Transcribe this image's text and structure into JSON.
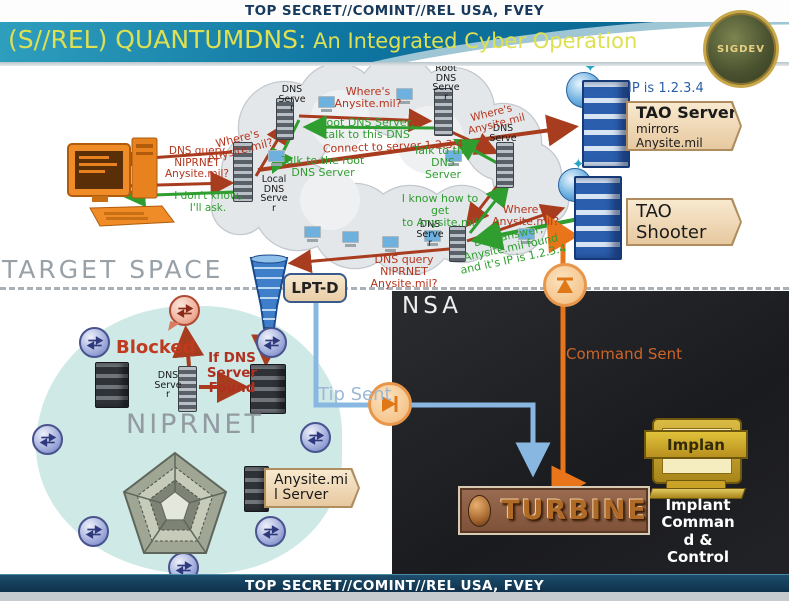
{
  "header": {
    "classification": "TOP SECRET//COMINT//REL USA, FVEY",
    "title_main": "(S//REL) QUANTUMDNS:",
    "title_sub": " An Integrated Cyber Operation",
    "seal": "SIGDEV"
  },
  "footer": {
    "classification": "TOP SECRET//COMINT//REL USA, FVEY"
  },
  "zones": {
    "target_space": "TARGET SPACE",
    "nsa": "NSA",
    "niprnet": "NIPRNET"
  },
  "cloud_labels": {
    "dns_top": "DNS\nServe\nr",
    "root_dns": "Root\nDNS\nServe\nr",
    "dns_right": "DNS\nServe",
    "local_dns": "Local\nDNS\nServe\nr",
    "dns_bottom": "DNS\nServe\nr",
    "dns_niprnet": "DNS\nServe\nr"
  },
  "messages": {
    "q_top": "Where's\nAnysite.mil?",
    "root_reply": "Root DNS Server,\ntalk to this DNS",
    "connect": "Connect to server 1.2.3.4",
    "talk_root": "Talk to the root\nDNS Server",
    "talk_this": "Talk to this DNS\nServer",
    "q_left": "Where's\nAnysite.mil?",
    "dns_query_left": "DNS query\nNIPRNET\nAnysite.mil?",
    "dont_know": "I don't know,\nI'll ask.",
    "know_how": "I know how to get\nto Anysite.mil",
    "q_right": "Where's\nAnysite.mil?",
    "q_tao": "Where's\nAnysite.mil",
    "dns_answer": "DNS answer, Anysite.mil found\nand it's IP is 1.2.3.4",
    "dns_query_bottom": "DNS query\nNIPRNET\nAnysite.mil?",
    "ip": "IP is 1.2.3.4",
    "blocked": "Blocked",
    "if_dns_found": "If DNS\nServer\nFound",
    "tip_sent": "Tip Sent",
    "command_sent": "Command Sent"
  },
  "callouts": {
    "tao_server_title": "TAO Server",
    "tao_server_sub": "mirrors Anysite.mil",
    "tao_shooter": "TAO Shooter",
    "lptd": "LPT-D",
    "anysite_server": "Anysite.mi\nl Server"
  },
  "nsa_items": {
    "turbine": "TURBINE",
    "implant_label": "Implan",
    "implant_caption": "Implant\nComman\nd &\nControl"
  },
  "colors": {
    "banner_teal": "#0e74a0",
    "title_yellow": "#dde052",
    "arrow_red": "#a83c1e",
    "arrow_green": "#2f9e2f",
    "tip_blue": "#88b8e2",
    "command_orange": "#e8751a",
    "niprnet_teal": "#cfe9e6"
  }
}
